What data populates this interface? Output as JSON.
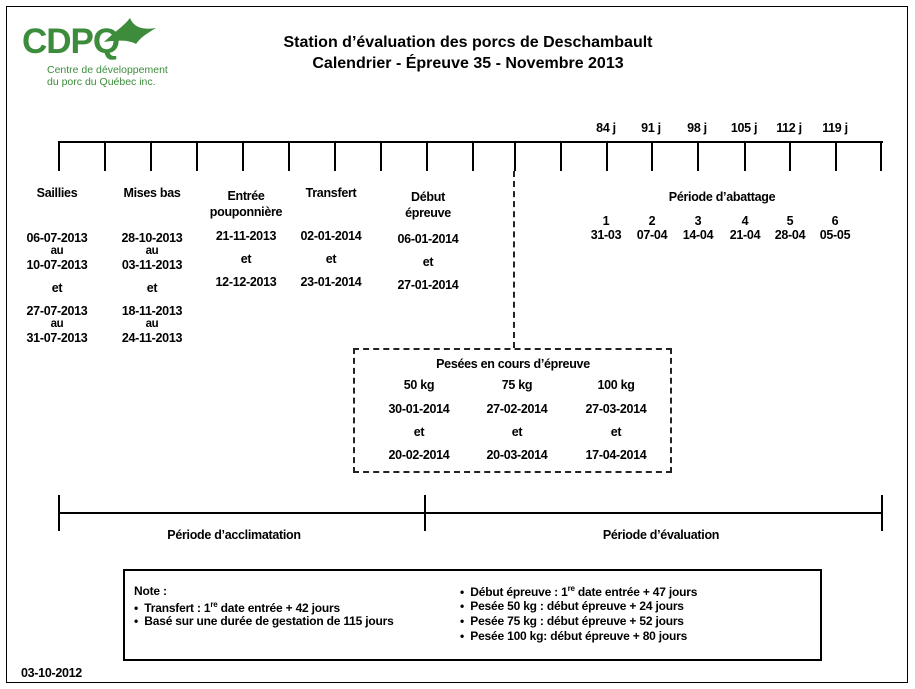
{
  "header": {
    "logo_text": "CDPQ",
    "logo_sub1": "Centre de développement",
    "logo_sub2": "du porc du Québec inc.",
    "title_line1": "Station d’évaluation des porcs de Deschambault",
    "title_line2": "Calendrier - Épreuve 35 - Novembre 2013",
    "brand_color": "#3c8c3c"
  },
  "day_markers": [
    "84 j",
    "91 j",
    "98 j",
    "105 j",
    "112 j",
    "119 j"
  ],
  "columns": {
    "saillies": {
      "label": "Saillies",
      "lines": [
        "06-07-2013",
        "au",
        "10-07-2013",
        "et",
        "27-07-2013",
        "au",
        "31-07-2013"
      ]
    },
    "mises_bas": {
      "label": "Mises bas",
      "lines": [
        "28-10-2013",
        "au",
        "03-11-2013",
        "et",
        "18-11-2013",
        "au",
        "24-11-2013"
      ]
    },
    "entree": {
      "label1": "Entrée",
      "label2": "pouponnière",
      "lines": [
        "21-11-2013",
        "et",
        "12-12-2013"
      ]
    },
    "transfert": {
      "label": "Transfert",
      "lines": [
        "02-01-2014",
        "et",
        "23-01-2014"
      ]
    },
    "debut": {
      "label1": "Début",
      "label2": "épreuve",
      "lines": [
        "06-01-2014",
        "et",
        "27-01-2014"
      ]
    }
  },
  "abattage": {
    "title": "Période d’abattage",
    "items": [
      {
        "num": "1",
        "date": "31-03"
      },
      {
        "num": "2",
        "date": "07-04"
      },
      {
        "num": "3",
        "date": "14-04"
      },
      {
        "num": "4",
        "date": "21-04"
      },
      {
        "num": "5",
        "date": "28-04"
      },
      {
        "num": "6",
        "date": "05-05"
      }
    ]
  },
  "pesees": {
    "title": "Pesées en cours d’épreuve",
    "cols": [
      {
        "kg": "50 kg",
        "d1": "30-01-2014",
        "et": "et",
        "d2": "20-02-2014"
      },
      {
        "kg": "75 kg",
        "d1": "27-02-2014",
        "et": "et",
        "d2": "20-03-2014"
      },
      {
        "kg": "100 kg",
        "d1": "27-03-2014",
        "et": "et",
        "d2": "17-04-2014"
      }
    ]
  },
  "periods": {
    "acclimatation": "Période d’acclimatation",
    "evaluation": "Période d’évaluation"
  },
  "note": {
    "heading": "Note :",
    "left": [
      {
        "pre": "Transfert : 1",
        "sup": "re",
        "post": " date entrée + 42 jours"
      },
      {
        "pre": "Basé sur une durée de gestation de 115 jours",
        "sup": "",
        "post": ""
      }
    ],
    "right": [
      {
        "pre": "Début épreuve : 1",
        "sup": "re",
        "post": " date entrée + 47 jours"
      },
      {
        "pre": "Pesée 50 kg : début épreuve + 24 jours",
        "sup": "",
        "post": ""
      },
      {
        "pre": "Pesée 75 kg : début épreuve + 52 jours",
        "sup": "",
        "post": ""
      },
      {
        "pre": "Pesée 100 kg: début épreuve + 80 jours",
        "sup": "",
        "post": ""
      }
    ]
  },
  "footer_date": "03-10-2012"
}
